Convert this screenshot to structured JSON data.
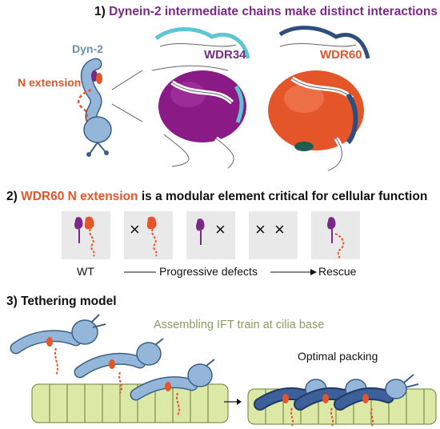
{
  "section1": {
    "number": "1)",
    "title": "Dynein-2 intermediate chains make distinct interactions",
    "dyn2_label": "Dyn-2",
    "n_extension_label": "N extension",
    "wdr34_label": "WDR34",
    "wdr60_label": "WDR60"
  },
  "section2": {
    "number": "2)",
    "title_highlight": "WDR60 N extension",
    "title_rest": " is a modular element critical for cellular function",
    "marks": {
      "x": "×"
    },
    "captions": {
      "wt": "WT",
      "progressive": "Progressive defects",
      "rescue": "Rescue"
    }
  },
  "section3": {
    "number": "3)",
    "title": "Tethering model",
    "ift_label": "Assembling IFT train at cilia base",
    "packing_label": "Optimal packing"
  },
  "colors": {
    "purple": "#7a2a86",
    "orange": "#e4552a",
    "dynein_blue": "#93b6d9",
    "dark_blue": "#2e4f7e",
    "ift_green": "#dce8a6",
    "panel_gray": "#e9e9e9"
  }
}
